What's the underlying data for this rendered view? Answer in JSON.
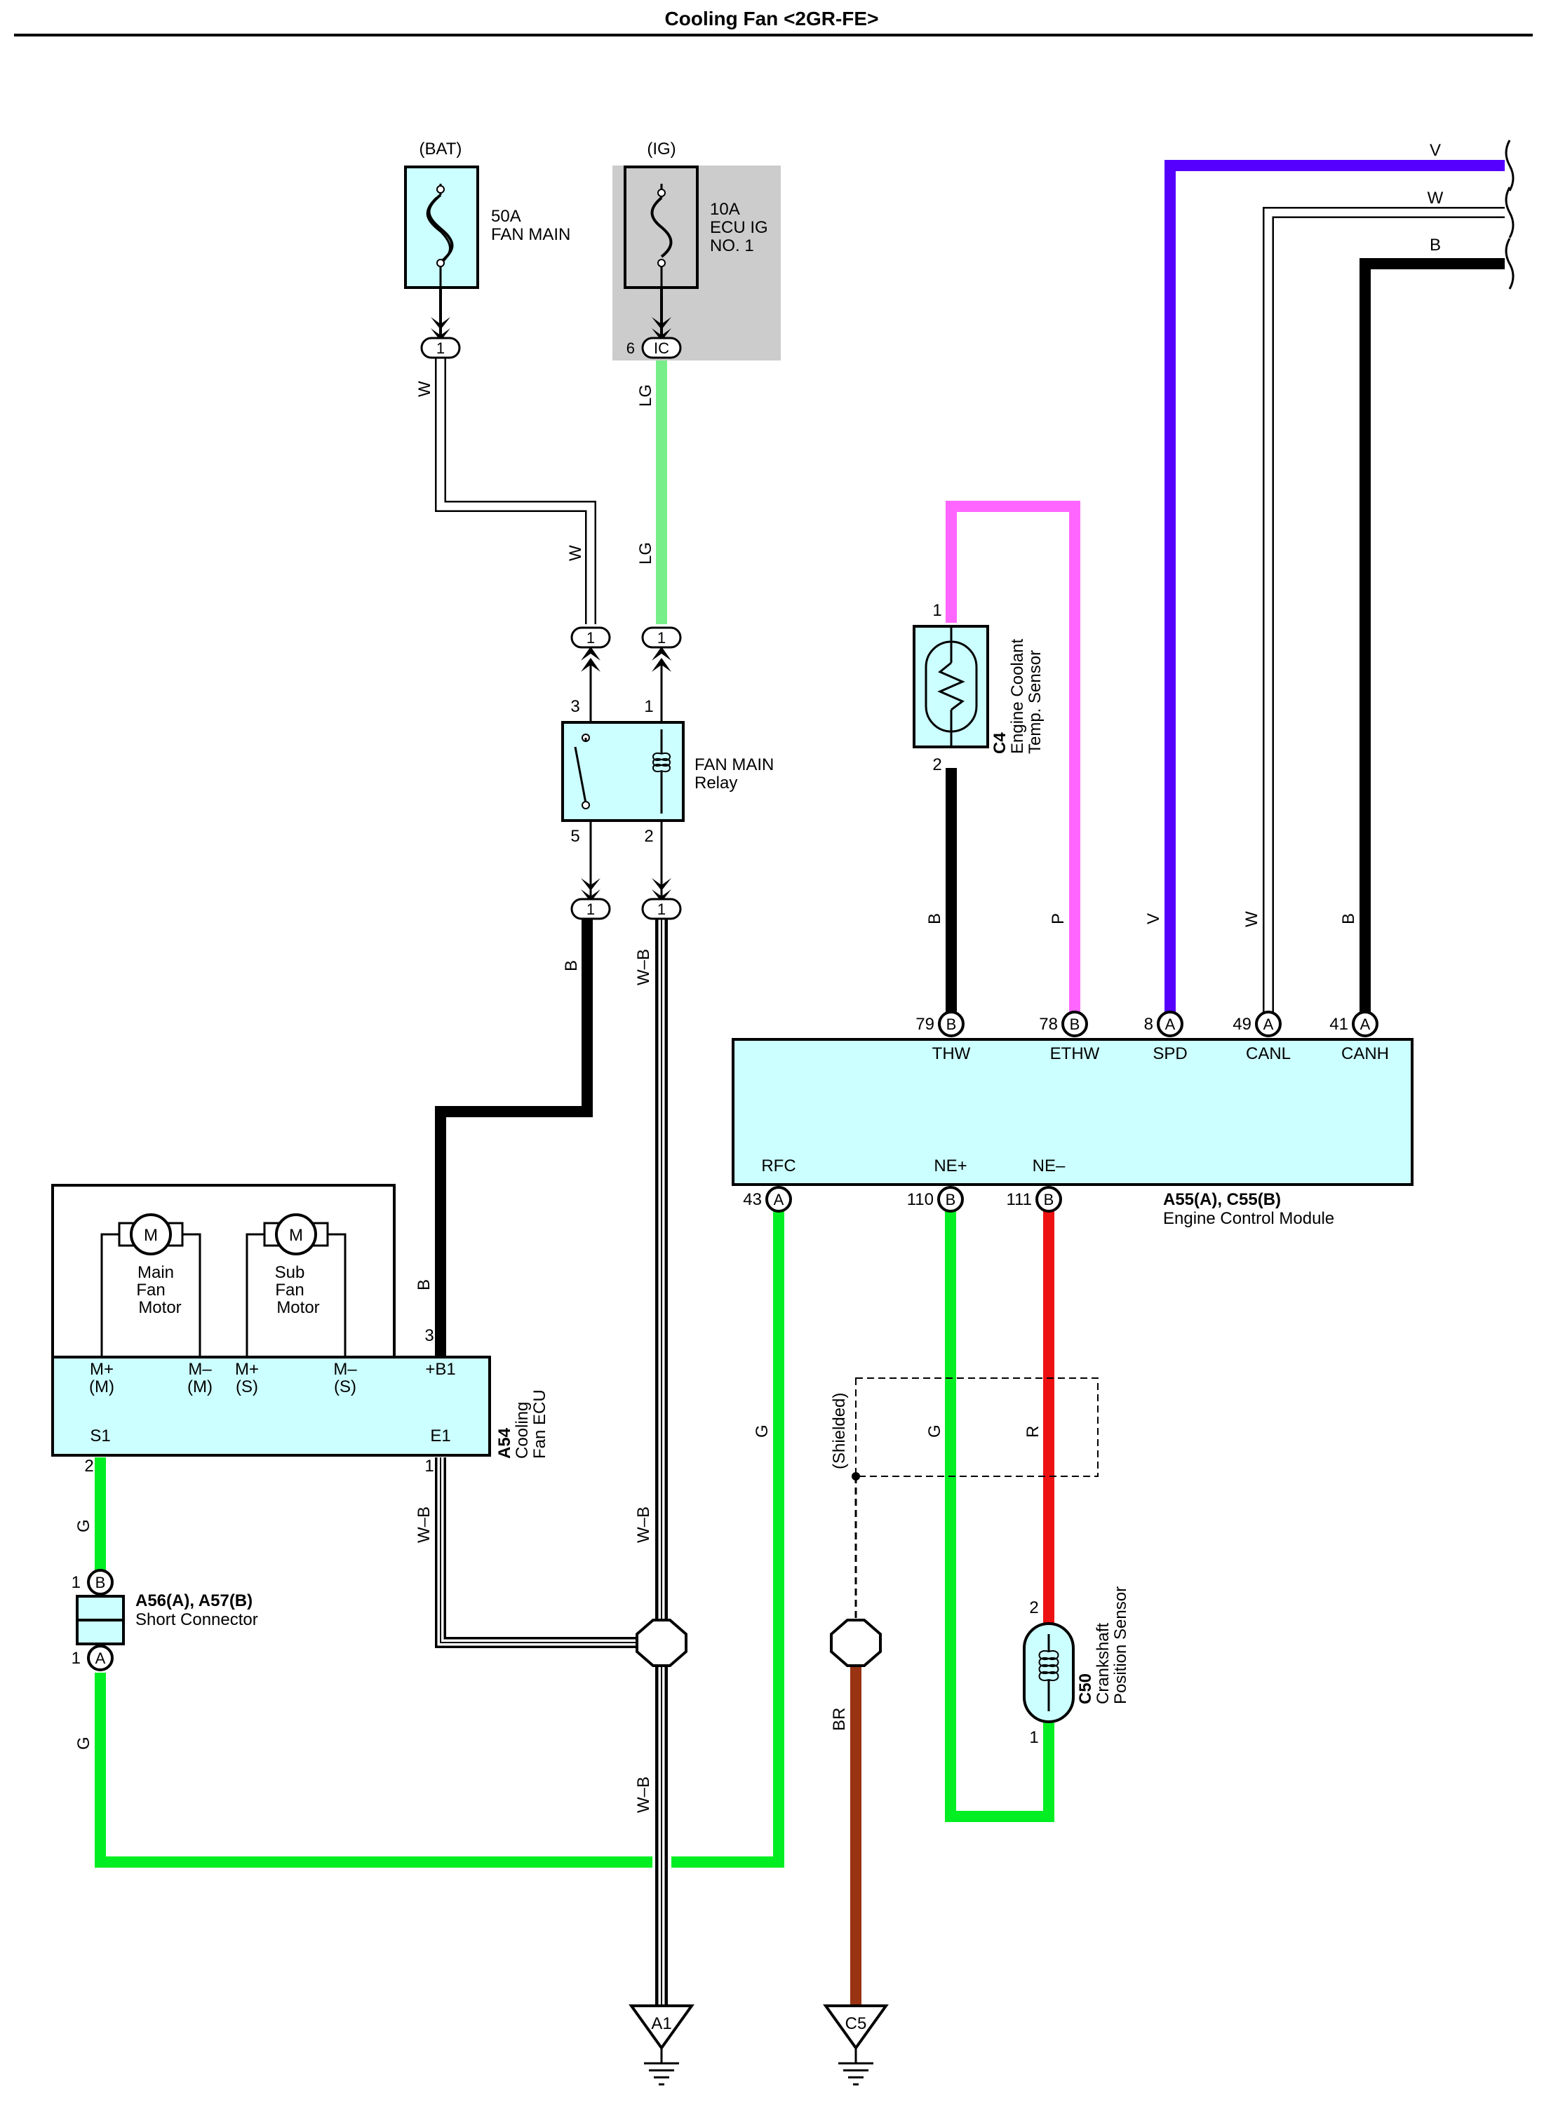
{
  "title": "Cooling Fan <2GR-FE>",
  "colors": {
    "box_fill": "#ccffff",
    "fuse_shade": "#cccccc",
    "wire_V": "#5500ff",
    "wire_P": "#ff66ff",
    "wire_LG": "#77ee88",
    "wire_G": "#00ee22",
    "wire_R": "#ee1111",
    "wire_BR": "#993311",
    "wire_B": "#000000",
    "wire_W": "#ffffff"
  },
  "fuses": {
    "bat": {
      "supply": "(BAT)",
      "rating": "50A",
      "name": "FAN MAIN",
      "pin": "1"
    },
    "ig": {
      "supply": "(IG)",
      "rating": "10A",
      "name1": "ECU IG",
      "name2": "NO. 1",
      "pin_num": "6",
      "pin_code": "IC"
    }
  },
  "relay": {
    "name": "FAN MAIN",
    "name2": "Relay",
    "pins": {
      "p3": "3",
      "p1": "1",
      "p5": "5",
      "p2": "2"
    },
    "conn_pin": "1"
  },
  "wire_labels": {
    "w": "W",
    "lg": "LG",
    "b": "B",
    "wb": "W–B",
    "p": "P",
    "v": "V",
    "g": "G",
    "r": "R",
    "br": "BR",
    "shielded": "(Shielded)"
  },
  "sensor_c4": {
    "id": "C4",
    "line1": "Engine Coolant",
    "line2": "Temp.  Sensor",
    "pin1": "1",
    "pin2": "2"
  },
  "ecm": {
    "id": "A55(A), C55(B)",
    "name": "Engine Control Module",
    "top_pins": [
      {
        "num": "79",
        "conn": "B",
        "label": "THW"
      },
      {
        "num": "78",
        "conn": "B",
        "label": "ETHW"
      },
      {
        "num": "8",
        "conn": "A",
        "label": "SPD"
      },
      {
        "num": "49",
        "conn": "A",
        "label": "CANL"
      },
      {
        "num": "41",
        "conn": "A",
        "label": "CANH"
      }
    ],
    "bottom_pins": [
      {
        "num": "43",
        "conn": "A",
        "label": "RFC"
      },
      {
        "num": "110",
        "conn": "B",
        "label": "NE+"
      },
      {
        "num": "111",
        "conn": "B",
        "label": "NE–"
      }
    ]
  },
  "fan_ecu": {
    "id": "A54",
    "line1": "Cooling",
    "line2": "Fan ECU",
    "motor_symbol": "M",
    "main_motor": [
      "Main",
      "Fan",
      "Motor"
    ],
    "sub_motor": [
      "Sub",
      "Fan",
      "Motor"
    ],
    "terms": {
      "mp_m": "M+",
      "mp_m2": "(M)",
      "mm_m": "M–",
      "mm_m2": "(M)",
      "mp_s": "M+",
      "mp_s2": "(S)",
      "mm_s": "M–",
      "mm_s2": "(S)",
      "b1": "+B1",
      "s1": "S1",
      "e1": "E1"
    },
    "pin_b1": "3",
    "pin_s1": "2",
    "pin_e1": "1"
  },
  "short_connector": {
    "id": "A56(A), A57(B)",
    "name": "Short Connector",
    "pin_top": "1",
    "conn_top": "B",
    "pin_bot": "1",
    "conn_bot": "A"
  },
  "crank_sensor": {
    "id": "C50",
    "line1": "Crankshaft",
    "line2": "Position Sensor",
    "pin2": "2",
    "pin1": "1"
  },
  "grounds": {
    "a1": "A1",
    "c5": "C5"
  }
}
